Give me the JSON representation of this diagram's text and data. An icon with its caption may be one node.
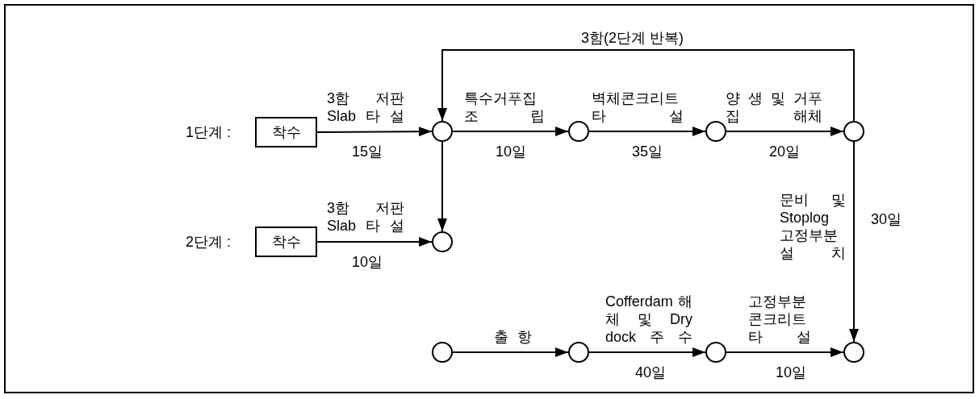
{
  "diagram": {
    "nodes": [
      {
        "text": [
          "착수"
        ],
        "beside": [
          "1단계 :"
        ]
      },
      {
        "text": [
          "착수"
        ],
        "beside": [
          "2단계 :"
        ]
      },
      {
        "text": [],
        "shape": "circle"
      },
      {
        "text": [],
        "shape": "circle"
      },
      {
        "text": [],
        "shape": "circle"
      },
      {
        "text": [],
        "shape": "circle"
      },
      {
        "text": [],
        "shape": "circle"
      },
      {
        "text": [],
        "shape": "circle"
      },
      {
        "text": [],
        "shape": "circle"
      },
      {
        "text": [],
        "shape": "circle"
      },
      {
        "text": [],
        "shape": "circle"
      }
    ],
    "edges": [
      {
        "from": 0,
        "to": 2,
        "arrow": "to",
        "label": "3함 저판Slab 타 설"
      },
      {
        "from": 2,
        "to": 3,
        "arrow": "to",
        "label": "특수거푸집 조 립"
      },
      {
        "from": 3,
        "to": 4,
        "arrow": "to",
        "label": "벽체콘크리트 타 설"
      },
      {
        "from": 4,
        "to": 5,
        "arrow": "to",
        "label": "양 생 및 거푸집 해체"
      },
      {
        "from": 5,
        "to": 2,
        "arrow": "to",
        "label": "3함(2단계 반복)"
      },
      {
        "from": 2,
        "to": 6,
        "arrow": "to"
      },
      {
        "from": 1,
        "to": 6,
        "arrow": "to",
        "label": "3함 저판Slab 타 설"
      },
      {
        "from": 5,
        "to": 10,
        "arrow": "to",
        "label": "문비 및 Stoplog 고정부분 설 치"
      },
      {
        "from": 7,
        "to": 8,
        "arrow": "to",
        "label": "출 항"
      },
      {
        "from": 8,
        "to": 9,
        "arrow": "to",
        "label": "Cofferdam 해 체 및 Dry dock 주 수"
      },
      {
        "from": 9,
        "to": 10,
        "arrow": "to",
        "label": "고정부분 콘크리트 타 설"
      }
    ],
    "labels": [
      "15일",
      "10일",
      "35일",
      "20일",
      "10일",
      "30일",
      "40일",
      "10일"
    ]
  }
}
